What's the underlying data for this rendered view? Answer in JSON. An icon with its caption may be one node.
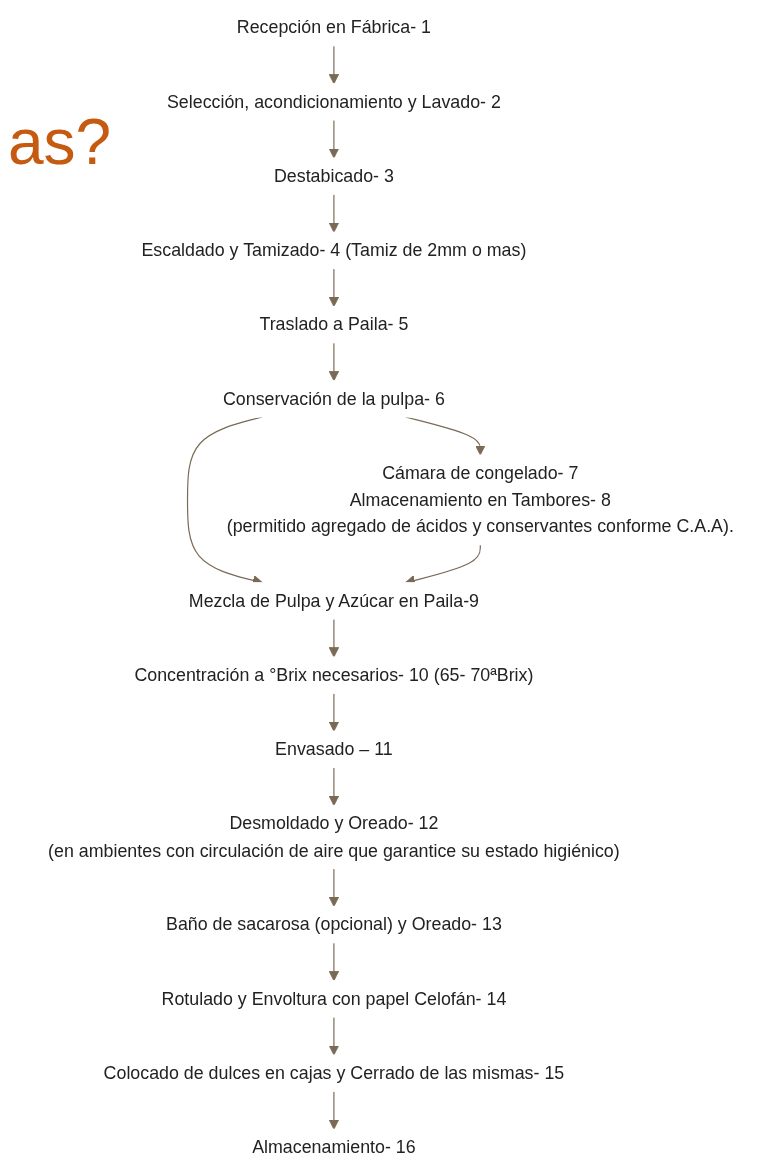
{
  "diagram": {
    "nodes": [
      {
        "text": [
          "Recepción en Fábrica- 1"
        ]
      },
      {
        "text": [
          "Selección, acondicionamiento  y Lavado- 2"
        ]
      },
      {
        "text": [
          "Destabicado- 3"
        ]
      },
      {
        "text": [
          "Escaldado y Tamizado- 4 (Tamiz de 2mm o mas)"
        ]
      },
      {
        "text": [
          "Traslado a Paila- 5"
        ]
      },
      {
        "text": [
          "Conservación de la pulpa- 6"
        ]
      },
      {
        "text": [
          "Cámara de congelado- 7",
          "Almacenamiento en Tambores- 8",
          "(permitido agregado de ácidos y conservantes conforme C.A.A)."
        ]
      },
      {
        "text": [
          "Mezcla de Pulpa y Azúcar en Paila-9"
        ]
      },
      {
        "text": [
          "Concentración a °Brix necesarios- 10 (65- 70ªBrix)"
        ]
      },
      {
        "text": [
          "Envasado – 11"
        ]
      },
      {
        "text": [
          "Desmoldado y Oreado- 12",
          "(en ambientes con circulación de aire que garantice su estado higiénico)"
        ]
      },
      {
        "text": [
          "Baño de sacarosa (opcional) y Oreado- 13"
        ]
      },
      {
        "text": [
          "Rotulado y Envoltura con papel Celofán- 14"
        ]
      },
      {
        "text": [
          "Colocado de dulces en cajas y Cerrado de las mismas- 15"
        ]
      },
      {
        "text": [
          "Almacenamiento- 16"
        ]
      }
    ],
    "edges": [
      {
        "from": 0,
        "to": 1,
        "arrow": "to"
      },
      {
        "from": 1,
        "to": 2,
        "arrow": "to"
      },
      {
        "from": 2,
        "to": 3,
        "arrow": "to"
      },
      {
        "from": 3,
        "to": 4,
        "arrow": "to"
      },
      {
        "from": 4,
        "to": 5,
        "arrow": "to"
      },
      {
        "from": 5,
        "to": 7,
        "arrow": "to"
      },
      {
        "from": 5,
        "to": 6,
        "arrow": "to"
      },
      {
        "from": 6,
        "to": 7,
        "arrow": "to"
      },
      {
        "from": 7,
        "to": 8,
        "arrow": "to"
      },
      {
        "from": 8,
        "to": 9,
        "arrow": "to"
      },
      {
        "from": 9,
        "to": 10,
        "arrow": "to"
      },
      {
        "from": 10,
        "to": 11,
        "arrow": "to"
      },
      {
        "from": 11,
        "to": 12,
        "arrow": "to"
      },
      {
        "from": 12,
        "to": 13,
        "arrow": "to"
      },
      {
        "from": 13,
        "to": 14,
        "arrow": "to"
      }
    ],
    "labels": [
      "as?"
    ]
  }
}
